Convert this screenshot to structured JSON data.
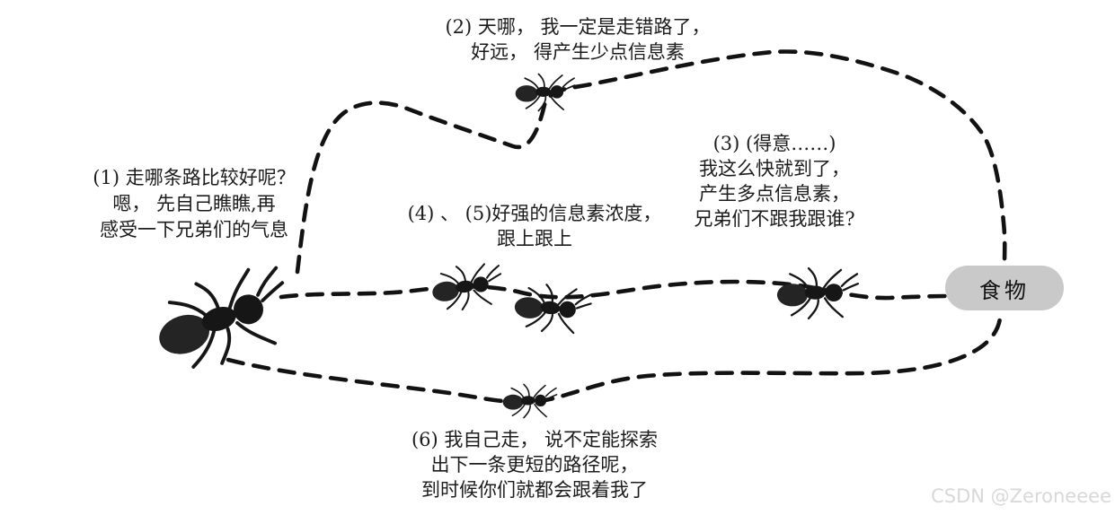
{
  "diagram": {
    "notes": {
      "note1": {
        "lines": [
          "(1) 走哪条路比较好呢？",
          "嗯， 先自己瞧瞧,再",
          "感受一下兄弟们的气息"
        ]
      },
      "note2": {
        "lines": [
          "(2) 天哪， 我一定是走错路了，",
          "好远， 得产生少点信息素"
        ]
      },
      "note3": {
        "lines": [
          "(3) (得意……)",
          "我这么快就到了，",
          "产生多点信息素，",
          "兄弟们不跟我跟谁?"
        ]
      },
      "note45": {
        "lines": [
          "(4) 、 (5)好强的信息素浓度，",
          "跟上跟上"
        ]
      },
      "note6": {
        "lines": [
          "(6) 我自己走， 说不定能探索",
          "出下一条更短的路径呢，",
          "到时候你们就都会跟着我了"
        ]
      }
    },
    "food_label": "食物",
    "watermark": "CSDN @Zeroneeee",
    "colors": {
      "ink": "#161616",
      "path": "#121212",
      "food_pill_fill": "#c9c9c9",
      "watermark_gray": "#d8d8d8"
    },
    "ants": [
      {
        "id": "ant-1-start"
      },
      {
        "id": "ant-2-long-path"
      },
      {
        "id": "ant-4-follower"
      },
      {
        "id": "ant-5-follower"
      },
      {
        "id": "ant-3-fast"
      },
      {
        "id": "ant-6-explorer"
      }
    ]
  }
}
